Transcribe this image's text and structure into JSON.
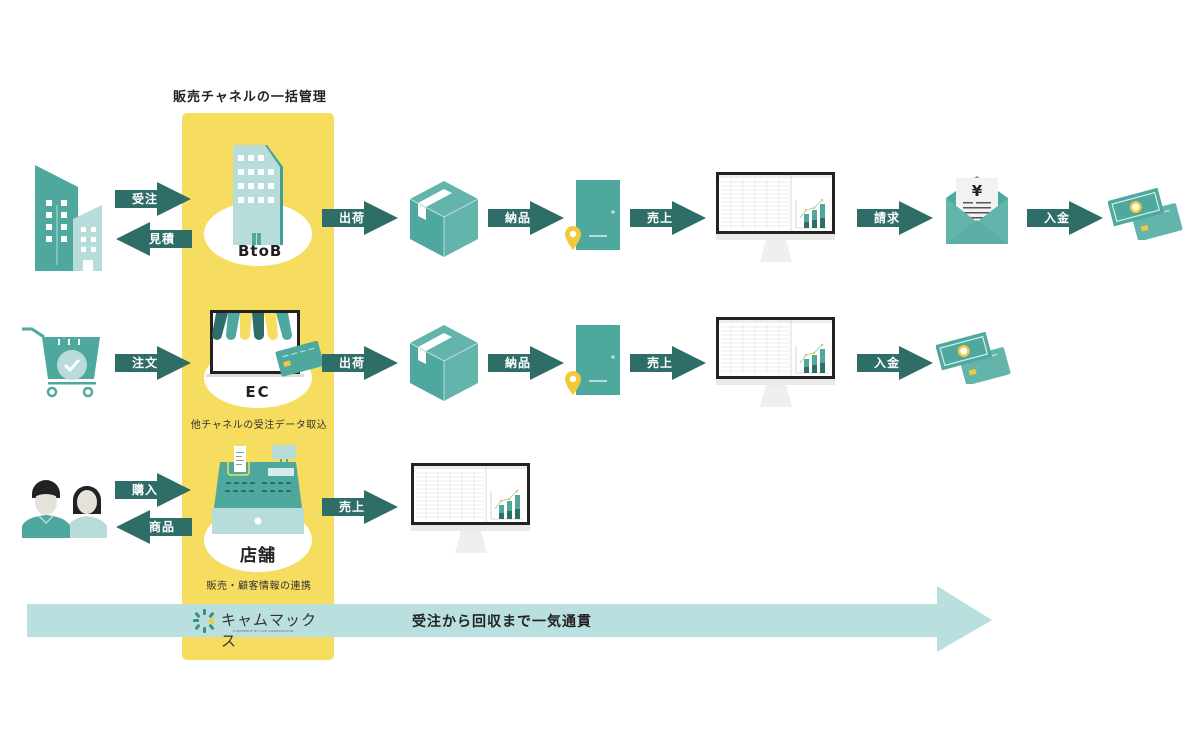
{
  "title": "販売チャネルの一括管理",
  "colors": {
    "arrow": "#2f6e68",
    "yellow": "#f6dc5f",
    "teal": "#4fa89e",
    "teal_light": "#b7dcd9",
    "band": "#b9dfde"
  },
  "channels": {
    "btob": {
      "label": "BtoB",
      "in_arrow": "受注",
      "out_arrow": "見積",
      "flow": [
        "出荷",
        "納品",
        "売上",
        "請求",
        "入金"
      ]
    },
    "ec": {
      "label": "EC",
      "caption": "他チャネルの受注データ取込",
      "in_arrow": "注文",
      "flow": [
        "出荷",
        "納品",
        "売上",
        "入金"
      ]
    },
    "store": {
      "label": "店舗",
      "caption": "販売・顧客情報の連携",
      "in_arrow": "購入",
      "out_arrow": "商品",
      "flow": [
        "売上"
      ]
    }
  },
  "icons": {
    "customer_company": "office-buildings-icon",
    "btob": "office-building-icon",
    "shopping_cart": "shopping-cart-check-icon",
    "ec": "online-store-laptop-icon",
    "customers": "customers-people-icon",
    "store": "cash-register-icon",
    "package": "package-box-icon",
    "delivery": "door-location-icon",
    "sales": "monitor-spreadsheet-chart-icon",
    "invoice": "invoice-envelope-yen-icon",
    "payment": "money-card-icon"
  },
  "invoice_symbol": "¥",
  "banner": {
    "logo_text": "キャムマックス",
    "logo_subtext": "COMMERCE BY CAM CORPORATION",
    "tagline": "受注から回収まで一気通貫"
  }
}
